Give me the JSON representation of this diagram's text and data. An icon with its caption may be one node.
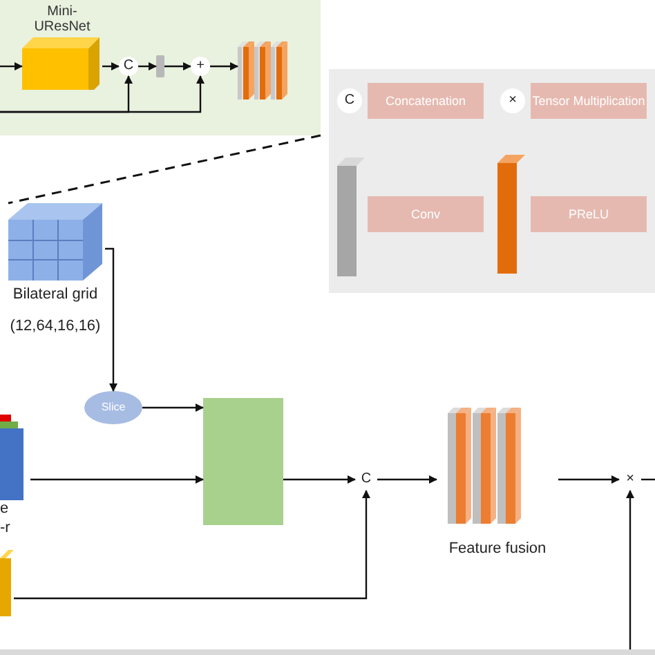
{
  "diagram": {
    "nodes": [
      {
        "text": [],
        "shape": "box"
      },
      {
        "text": [
          "Mini-UResNet"
        ],
        "in": 0
      },
      {
        "text": [
          "C"
        ],
        "in": 0
      },
      {
        "text": [],
        "shape": "bar",
        "in": 0
      },
      {
        "text": [
          "+"
        ],
        "in": 0
      },
      {
        "text": [],
        "shape": "picture",
        "in": 0
      },
      {
        "text": [
          "Bilateral grid",
          "(12,64,16,16)"
        ]
      },
      {
        "text": [
          "Slice"
        ]
      },
      {
        "text": [],
        "shape": "box"
      },
      {
        "text": [
          "e",
          "-r"
        ]
      },
      {
        "text": [],
        "shape": "box"
      },
      {
        "text": [
          "C"
        ]
      },
      {
        "text": [
          "Feature fusion"
        ]
      },
      {
        "text": [
          "×"
        ]
      },
      {
        "text": [],
        "shape": "box"
      },
      {
        "text": [
          "C"
        ],
        "in": 14
      },
      {
        "text": [
          "×"
        ],
        "in": 14
      }
    ],
    "edges": [
      {
        "from": 0,
        "to": 1,
        "arrow": "to"
      },
      {
        "from": 1,
        "to": 2,
        "arrow": "to"
      },
      {
        "from": 2,
        "to": 3,
        "arrow": "to"
      },
      {
        "from": 3,
        "to": 4,
        "arrow": "to"
      },
      {
        "from": 4,
        "to": 5,
        "arrow": "to"
      },
      {
        "from": 0,
        "to": 2,
        "arrow": "to"
      },
      {
        "from": 0,
        "to": 4,
        "arrow": "to"
      },
      {
        "from": 6,
        "to": 7,
        "arrow": "to"
      },
      {
        "from": 7,
        "to": 8,
        "arrow": "to"
      },
      {
        "from": 9,
        "to": 8,
        "arrow": "to"
      },
      {
        "from": 8,
        "to": 11,
        "arrow": "to"
      },
      {
        "from": 10,
        "to": 11,
        "arrow": "to"
      },
      {
        "from": 11,
        "to": 12,
        "arrow": "to"
      },
      {
        "from": 12,
        "to": 13,
        "arrow": "to"
      },
      {
        "from": 13,
        "to": null,
        "arrow": "none"
      },
      {
        "from": null,
        "to": 13,
        "arrow": "to"
      },
      {
        "from": 0,
        "to": 6,
        "arrow": "none",
        "style": "dashed"
      }
    ],
    "legend": [
      {
        "text": "Concatenation"
      },
      {
        "text": "Tensor Multiplication"
      },
      {
        "text": "Conv"
      },
      {
        "text": "PReLU"
      }
    ]
  }
}
